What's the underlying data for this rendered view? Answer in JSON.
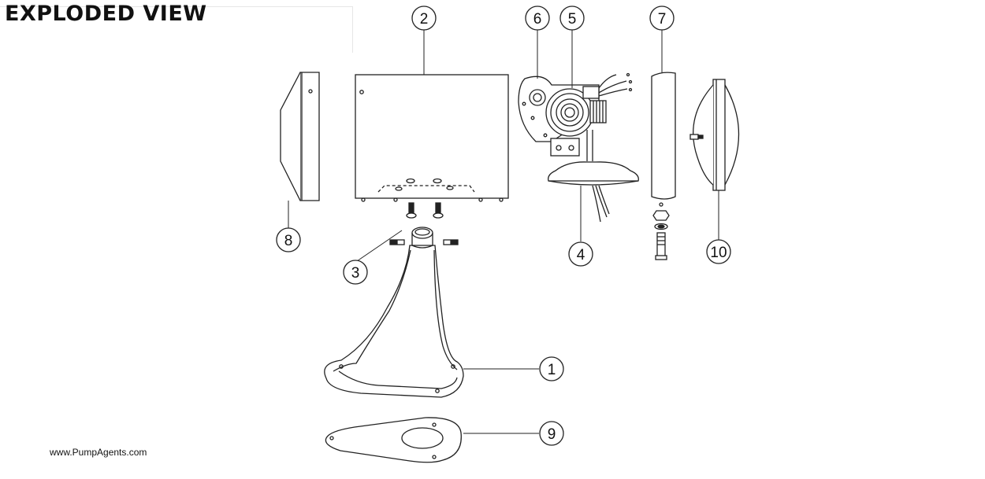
{
  "header": {
    "title": "EXPLODED VIEW"
  },
  "footer": {
    "website": "www.PumpAgents.com"
  },
  "callouts": [
    {
      "label": "1"
    },
    {
      "label": "2"
    },
    {
      "label": "3"
    },
    {
      "label": "4"
    },
    {
      "label": "5"
    },
    {
      "label": "6"
    },
    {
      "label": "7"
    },
    {
      "label": "8"
    },
    {
      "label": "9"
    },
    {
      "label": "10"
    }
  ],
  "colors": {
    "line": "#222222",
    "background": "#ffffff"
  }
}
